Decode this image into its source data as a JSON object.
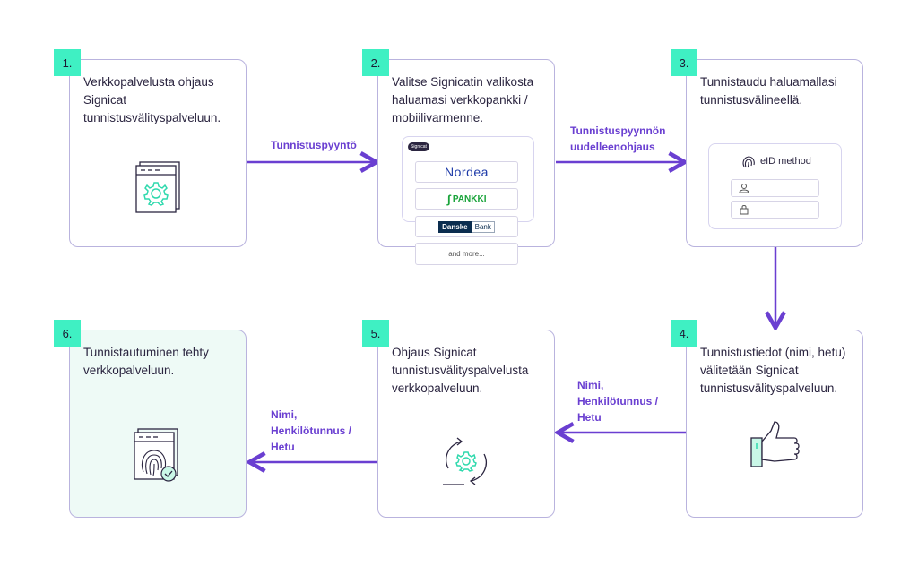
{
  "steps": [
    {
      "number": "1.",
      "text": "Verkkopalvelusta ohjaus Signicat tunnistusvälityspalveluun."
    },
    {
      "number": "2.",
      "text": "Valitse Signicatin valikosta haluamasi verkkopankki / mobiilivarmenne."
    },
    {
      "number": "3.",
      "text": "Tunnistaudu haluamallasi tunnistusvälineellä."
    },
    {
      "number": "4.",
      "text": "Tunnistustiedot (nimi, hetu) välitetään Signicat tunnistusvälityspalveluun."
    },
    {
      "number": "5.",
      "text": "Ohjaus Signicat tunnistusvälityspalvelusta verkkopalveluun."
    },
    {
      "number": "6.",
      "text": "Tunnistautuminen tehty verkkopalveluun."
    }
  ],
  "arrows": {
    "a12": "Tunnistuspyyntö",
    "a23_line1": "Tunnistuspyynnön",
    "a23_line2": "uudelleenohjaus",
    "a45_line1": "Nimi,",
    "a45_line2": "Henkilötunnus /",
    "a45_line3": "Hetu",
    "a56_line1": "Nimi,",
    "a56_line2": "Henkilötunnus /",
    "a56_line3": "Hetu"
  },
  "bank_menu": {
    "brand": "Signicat",
    "nordea": "Nordea",
    "spankki": "PANKKI",
    "danske_left": "Danske",
    "danske_right": "Bank",
    "more": "and more..."
  },
  "eid_panel": {
    "title": "eID method"
  },
  "colors": {
    "accent_green": "#3ff0c3",
    "arrow_purple": "#6a3fd1",
    "card_border": "#b9b3de"
  }
}
